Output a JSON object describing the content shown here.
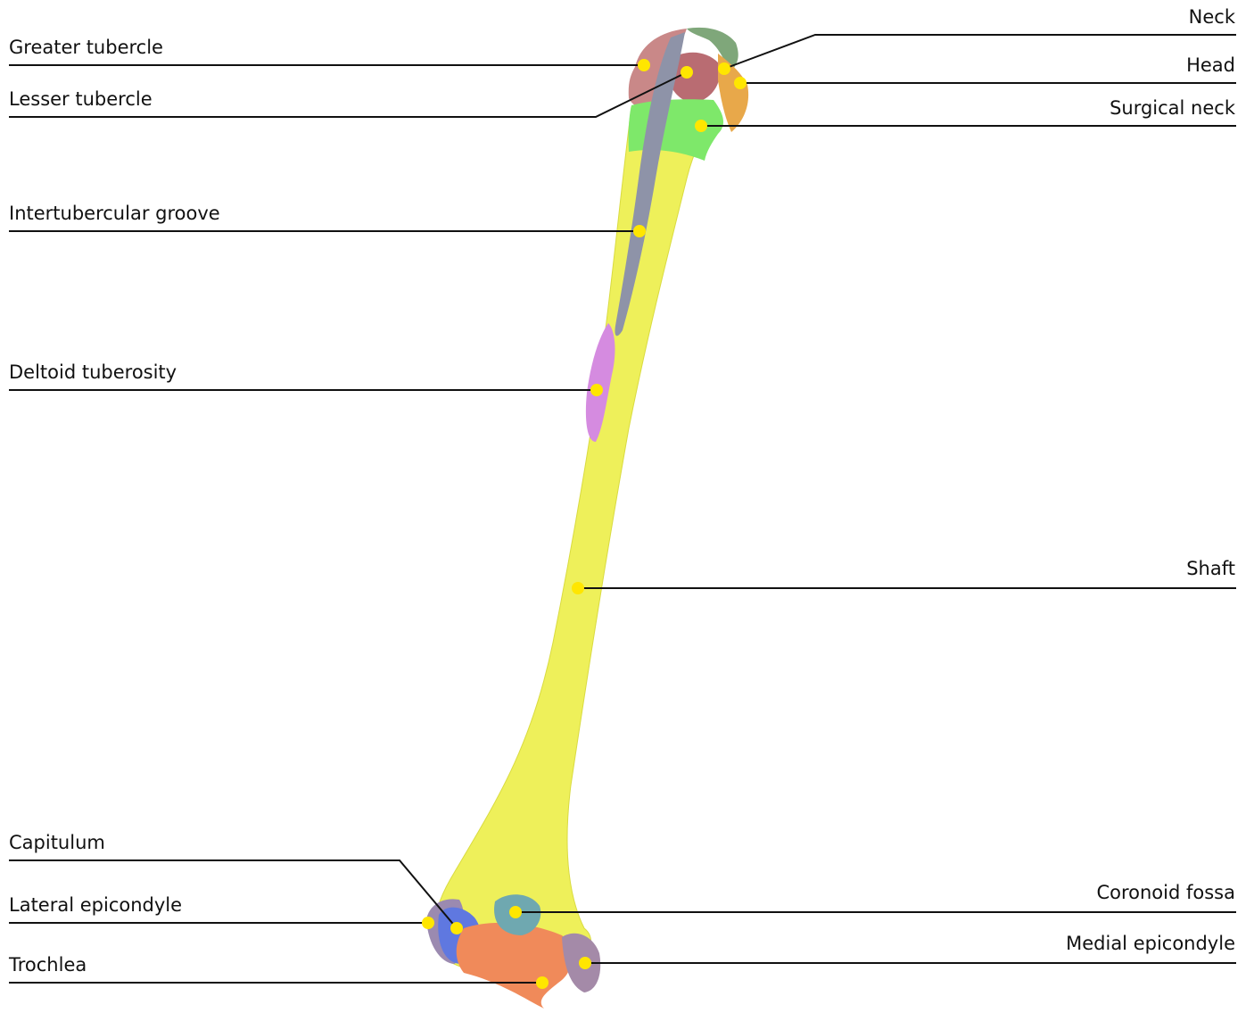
{
  "labels": {
    "greater_tubercle": "Greater tubercle",
    "lesser_tubercle": "Lesser tubercle",
    "intertubercular_groove": "Intertubercular groove",
    "deltoid_tuberosity": "Deltoid tuberosity",
    "capitulum": "Capitulum",
    "lateral_epicondyle": "Lateral epicondyle",
    "trochlea": "Trochlea",
    "neck": "Neck",
    "head": "Head",
    "surgical_neck": "Surgical neck",
    "shaft": "Shaft",
    "coronoid_fossa": "Coronoid fossa",
    "medial_epicondyle": "Medial epicondyle"
  },
  "colors": {
    "shaft": "#eef05a",
    "intertubercular_groove": "#8e93a8",
    "deltoid_tuberosity": "#d58be0",
    "greater_tubercle": "#c98888",
    "lesser_tubercle": "#b96c72",
    "head": "#e8a84a",
    "neck": "#7fa77a",
    "surgical_neck": "#7ee86a",
    "capitulum": "#5f78e0",
    "trochlea": "#f08a5a",
    "coronoid_fossa": "#6fa8b0",
    "medial_epicondyle": "#a48aa8",
    "lateral_epicondyle": "#9b8ab0",
    "marker": "#ffe600",
    "leader_line": "#111111"
  }
}
